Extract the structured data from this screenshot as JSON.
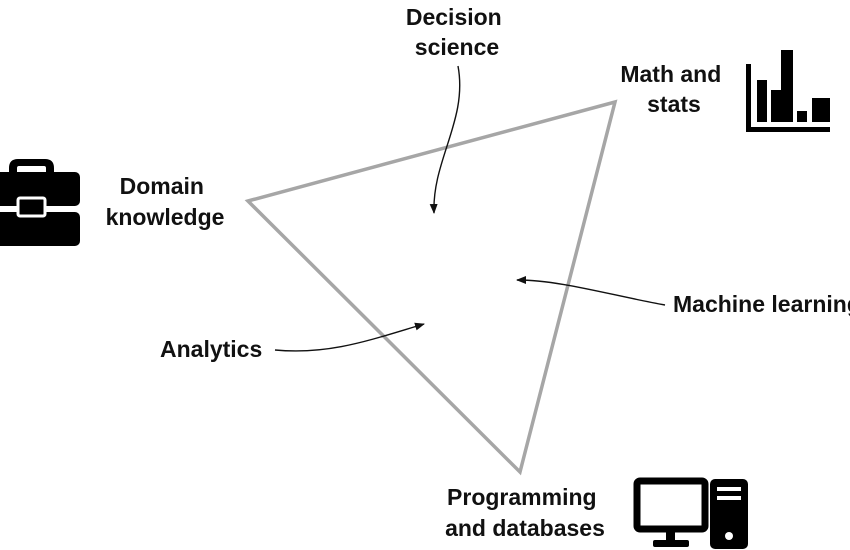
{
  "diagram": {
    "vertices": {
      "domain": {
        "line1": "Domain",
        "line2": "knowledge",
        "icon": "briefcase-icon"
      },
      "math": {
        "line1": "Math and",
        "line2": "stats",
        "icon": "bar-chart-icon"
      },
      "programming": {
        "line1": "Programming",
        "line2": "and databases",
        "icon": "computer-icon"
      }
    },
    "regions": {
      "decision_science": {
        "line1": "Decision",
        "line2": "science"
      },
      "machine_learning": "Machine learning",
      "analytics": "Analytics"
    },
    "colors": {
      "triangle_stroke": "#a6a6a6",
      "text": "#111111",
      "icon": "#000000"
    }
  }
}
